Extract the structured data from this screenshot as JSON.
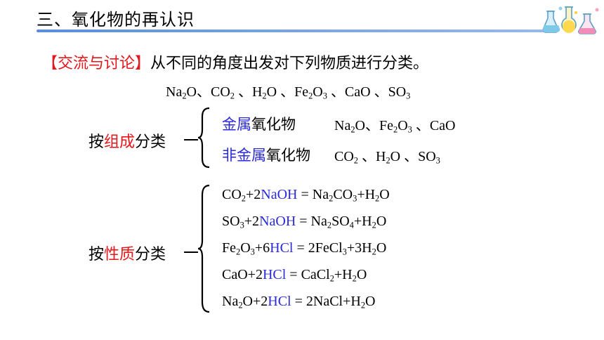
{
  "title": "三、氧化物的再认识",
  "discussion": {
    "tag": "【交流与讨论】",
    "text": "从不同的角度出发对下列物质进行分类。"
  },
  "compounds_line": "Na2O、CO2 、H2O 、Fe2O3 、CaO 、SO3",
  "composition": {
    "label_pre": "按",
    "label_key": "组成",
    "label_post": "分类",
    "metal": {
      "key": "金属",
      "rest": "氧化物",
      "members": "Na2O、Fe2O3 、CaO"
    },
    "nonmetal": {
      "key": "非金属",
      "rest": "氧化物",
      "members": "CO2 、H2O 、SO3"
    }
  },
  "property": {
    "label_pre": "按",
    "label_key": "性质",
    "label_post": "分类",
    "reactions": [
      "CO2+2NaOH = Na2CO3+H2O",
      "SO3+2NaOH = Na2SO4+H2O",
      "Fe2O3+6HCl = 2FeCl3+3H2O",
      "CaO+2HCl = CaCl2+H2O",
      "Na2O+2HCl = 2NaCl+H2O"
    ]
  },
  "colors": {
    "accent_red": "#e5171b",
    "accent_blue": "#2a2ad8",
    "rule_blue": "#5b8ed8"
  },
  "icons": [
    "lab-flasks-icon"
  ]
}
